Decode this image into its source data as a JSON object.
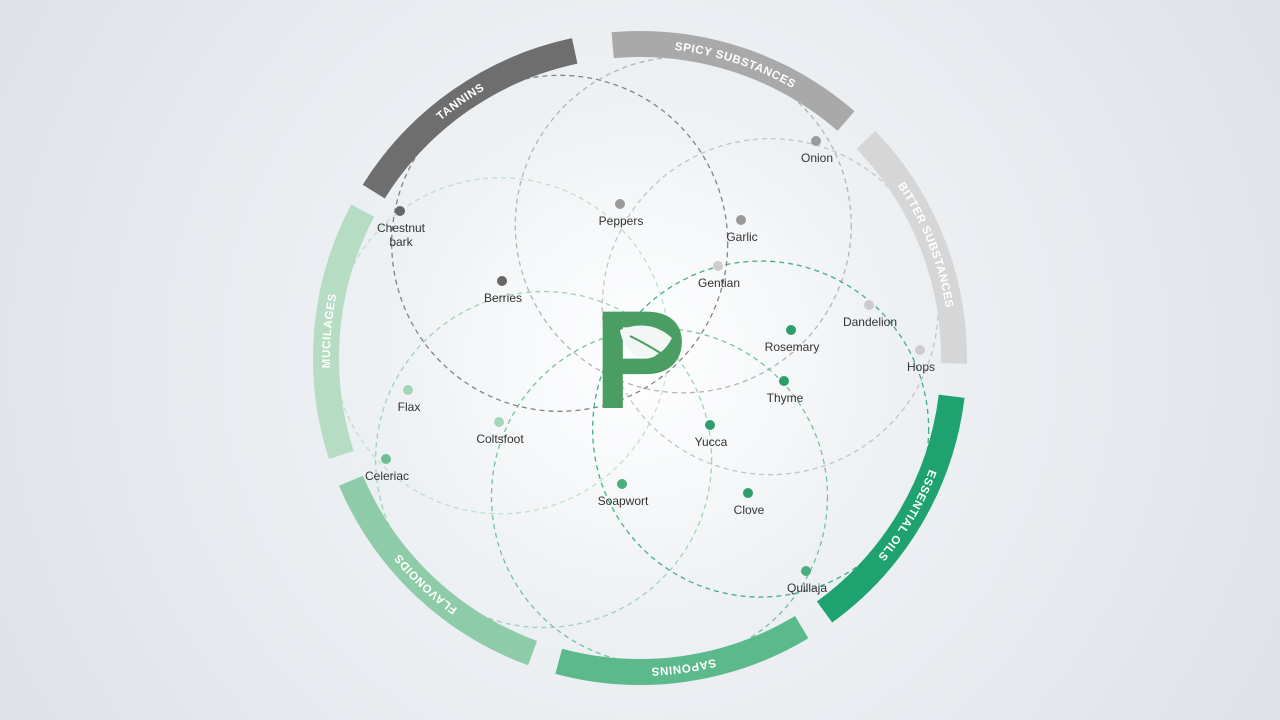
{
  "segments": [
    {
      "label": "TANNINS",
      "color": "#6e6e6e"
    },
    {
      "label": "SPICY SUBSTANCES",
      "color": "#a9a9a9"
    },
    {
      "label": "BITTER SUBSTANCES",
      "color": "#d6d6d6"
    },
    {
      "label": "ESSENTIAL OILS",
      "color": "#1ea370"
    },
    {
      "label": "SAPONINS",
      "color": "#5cb98c"
    },
    {
      "label": "FLAVONOIDS",
      "color": "#8ecca9"
    },
    {
      "label": "MUCILAGES",
      "color": "#b6dcc4"
    }
  ],
  "items": [
    {
      "label": "Onion",
      "color": "#9a9a9a"
    },
    {
      "label": "Peppers",
      "color": "#9a9a9a"
    },
    {
      "label": "Chestnut",
      "label2": "bark",
      "color": "#666666"
    },
    {
      "label": "Garlic",
      "color": "#9a9a9a"
    },
    {
      "label": "Gentian",
      "color": "#cccccc"
    },
    {
      "label": "Berries",
      "color": "#666666"
    },
    {
      "label": "Dandelion",
      "color": "#cccccc"
    },
    {
      "label": "Rosemary",
      "color": "#2e9e6a"
    },
    {
      "label": "Hops",
      "color": "#cccccc"
    },
    {
      "label": "Thyme",
      "color": "#2e9e6a"
    },
    {
      "label": "Flax",
      "color": "#a5d6b8"
    },
    {
      "label": "Coltsfoot",
      "color": "#a5d6b8"
    },
    {
      "label": "Yucca",
      "color": "#2e9e6a"
    },
    {
      "label": "Celeriac",
      "color": "#6cbf92"
    },
    {
      "label": "Soapwort",
      "color": "#4cae7e"
    },
    {
      "label": "Clove",
      "color": "#2e9e6a"
    },
    {
      "label": "Quillaja",
      "color": "#4cae7e"
    }
  ],
  "logo": {
    "letter": "P",
    "color": "#4a9e64"
  }
}
